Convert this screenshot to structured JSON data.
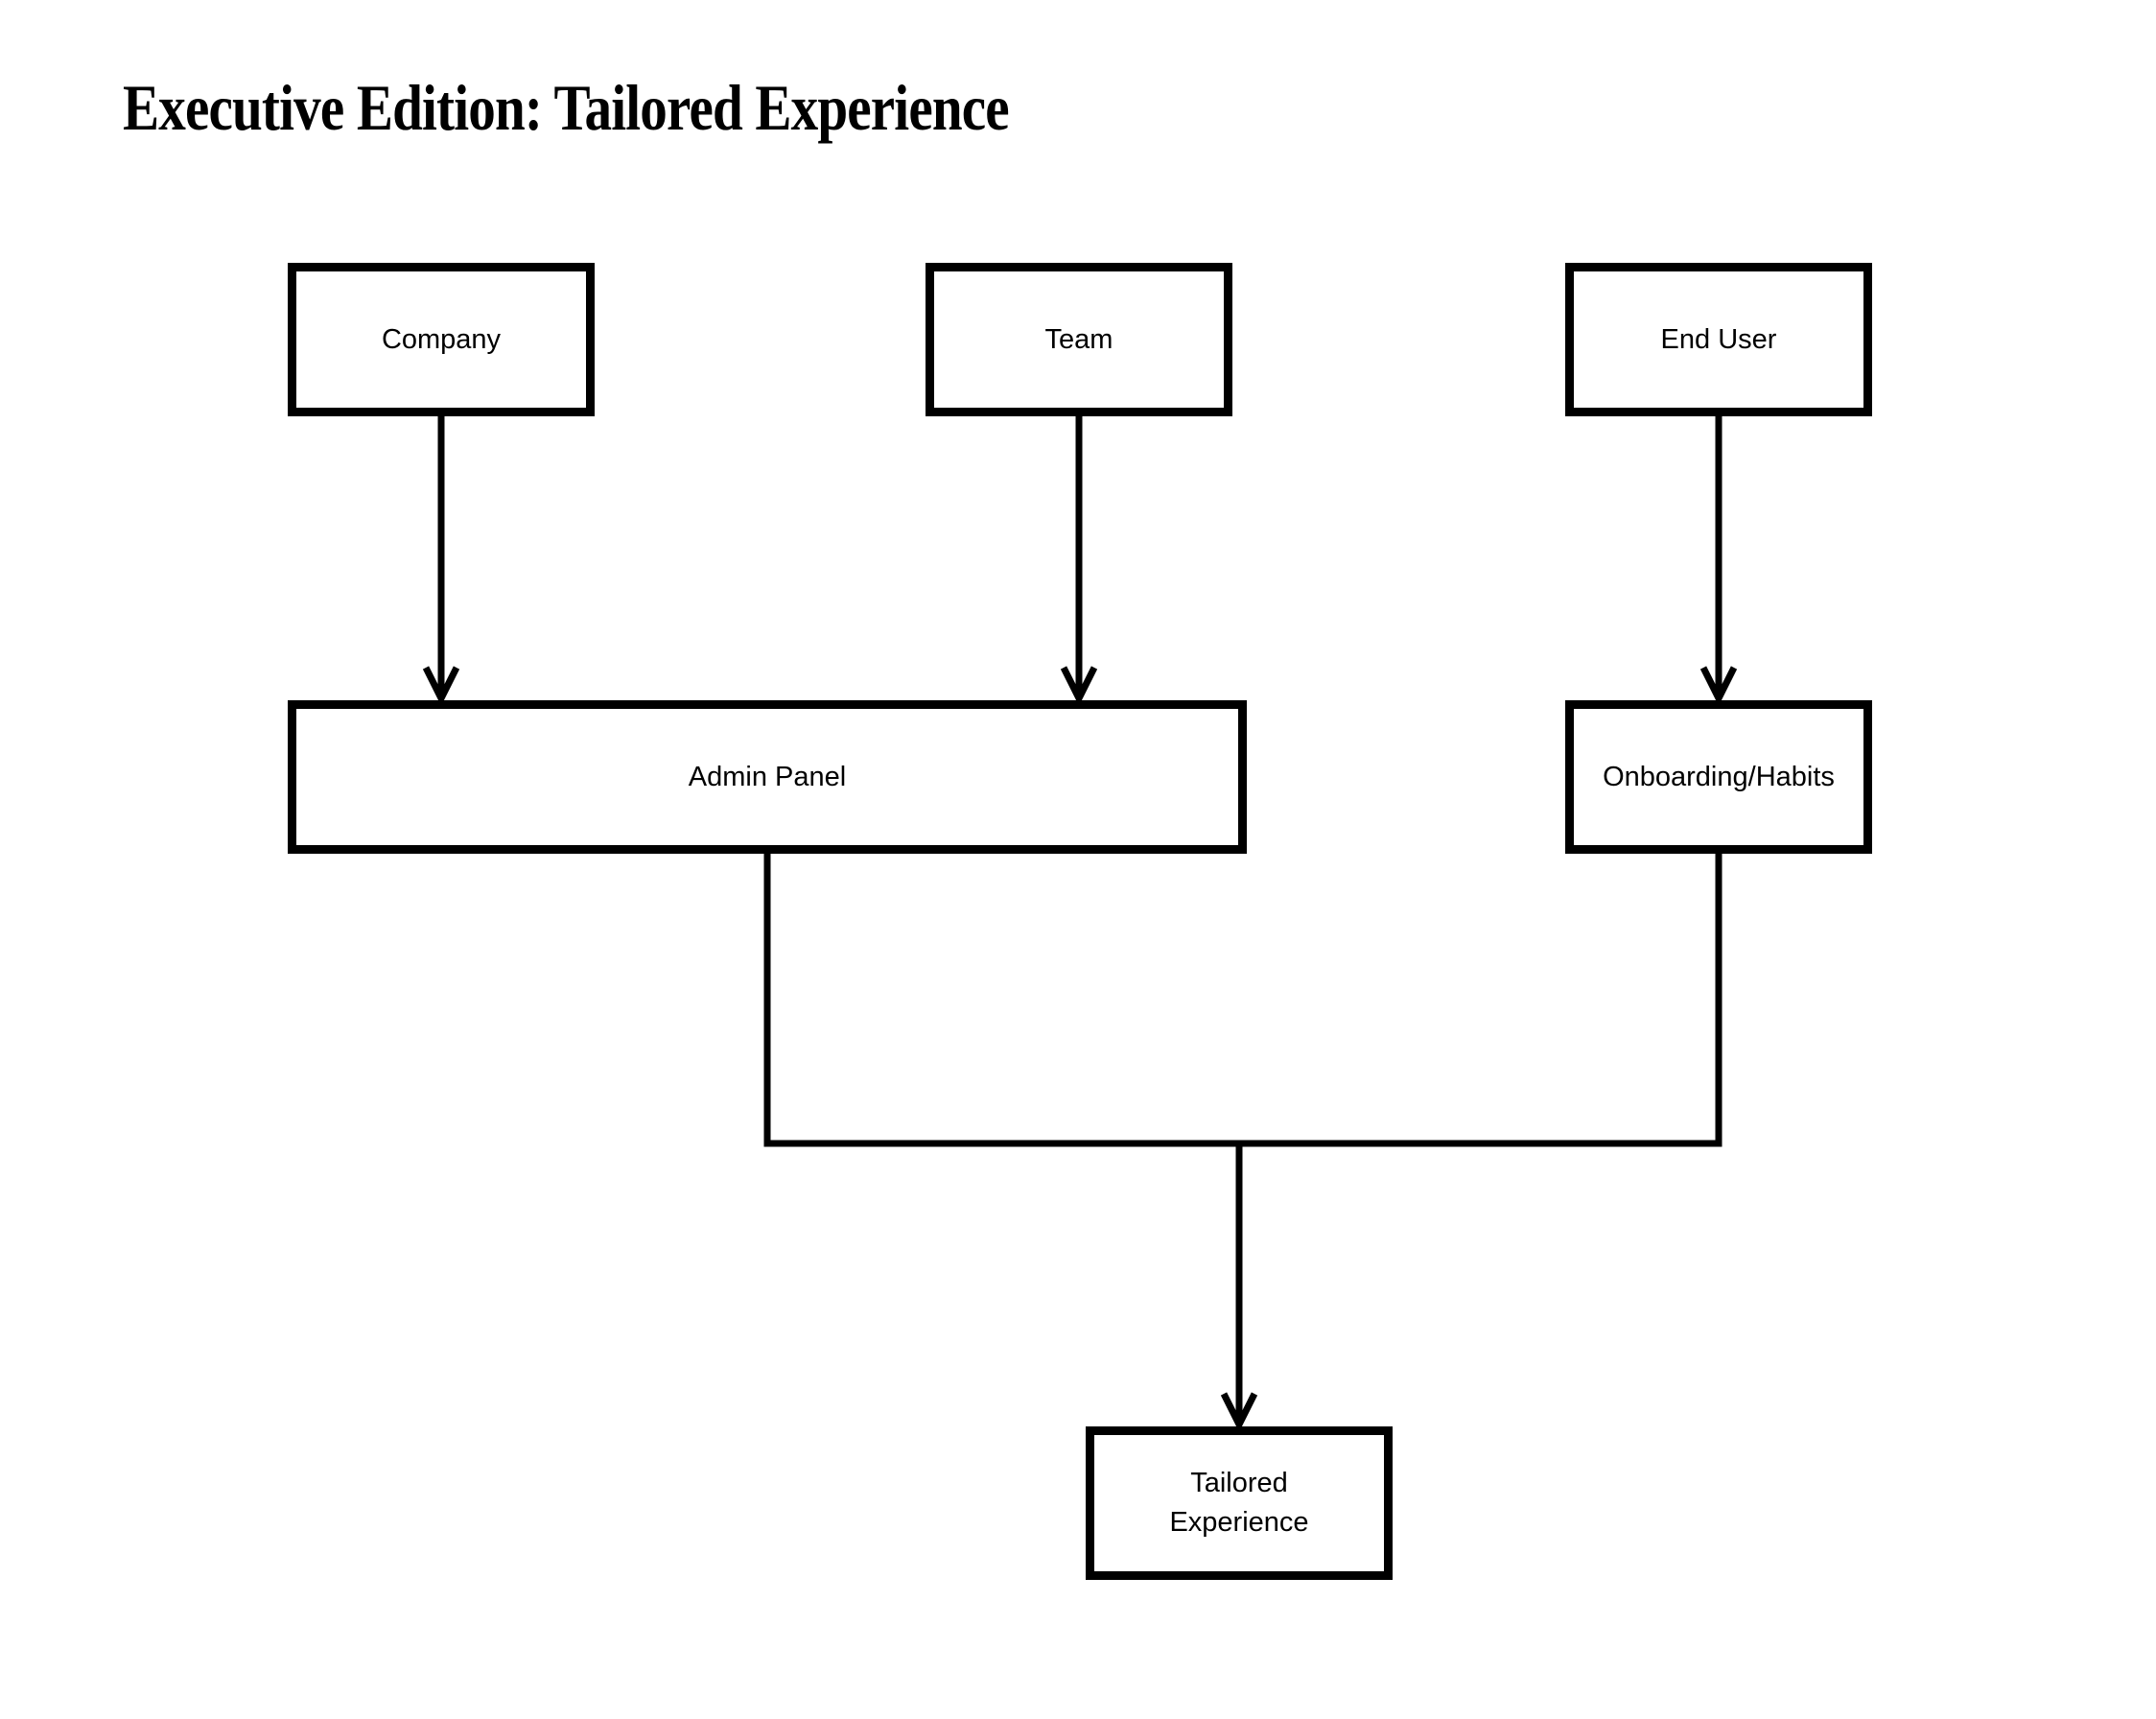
{
  "title": "Executive Edition: Tailored Experience",
  "diagram": {
    "type": "flowchart",
    "direction": "top-down",
    "nodes": {
      "company": {
        "label": "Company"
      },
      "team": {
        "label": "Team"
      },
      "end_user": {
        "label": "End User"
      },
      "admin_panel": {
        "label": "Admin Panel"
      },
      "onboarding_habits": {
        "label": "Onboarding/Habits"
      },
      "tailored_experience": {
        "label": "Tailored Experience"
      }
    },
    "edges": [
      {
        "from": "Company",
        "to": "Admin Panel"
      },
      {
        "from": "Team",
        "to": "Admin Panel"
      },
      {
        "from": "End User",
        "to": "Onboarding/Habits"
      },
      {
        "from": "Admin Panel",
        "to": "Tailored Experience"
      },
      {
        "from": "Onboarding/Habits",
        "to": "Tailored Experience"
      }
    ],
    "colors": {
      "background": "#ffffff",
      "node_fill": "#ffffff",
      "node_border": "#000000",
      "edge": "#000000",
      "text": "#000000"
    }
  }
}
